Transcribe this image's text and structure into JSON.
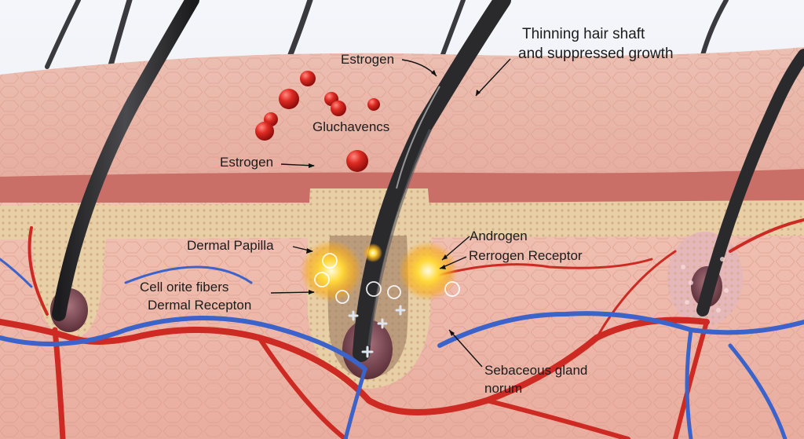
{
  "labels": {
    "estrogen_top": "Estrogen",
    "thinning_line1": "Thinning hair shaft",
    "thinning_line2": "and suppressed growth",
    "gluchavencs": "Gluchavencs",
    "estrogen_left": "Estrogen",
    "dermal_papilla": "Dermal Papilla",
    "androgen": "Androgen",
    "rerrogen_receptor": "Rerrogen Receptor",
    "cell_orite_fibers": "Cell orite fibers",
    "dermal_recepton": "Dermal Recepton",
    "sebaceous_gland": "Sebaceous gland",
    "norum": "norum"
  },
  "colors": {
    "background": "#eef1f5",
    "skin_surface": "#e9b3a5",
    "dermis": "#efbcae",
    "epidermis_band": "#c96f68",
    "hair": "#2a2a2c",
    "artery": "#cc2a22",
    "vein": "#3b63c9",
    "hormone_particle": "#d5201c",
    "receptor_glow": "#ffcf2a",
    "sebaceous": "#e6b7b9"
  }
}
